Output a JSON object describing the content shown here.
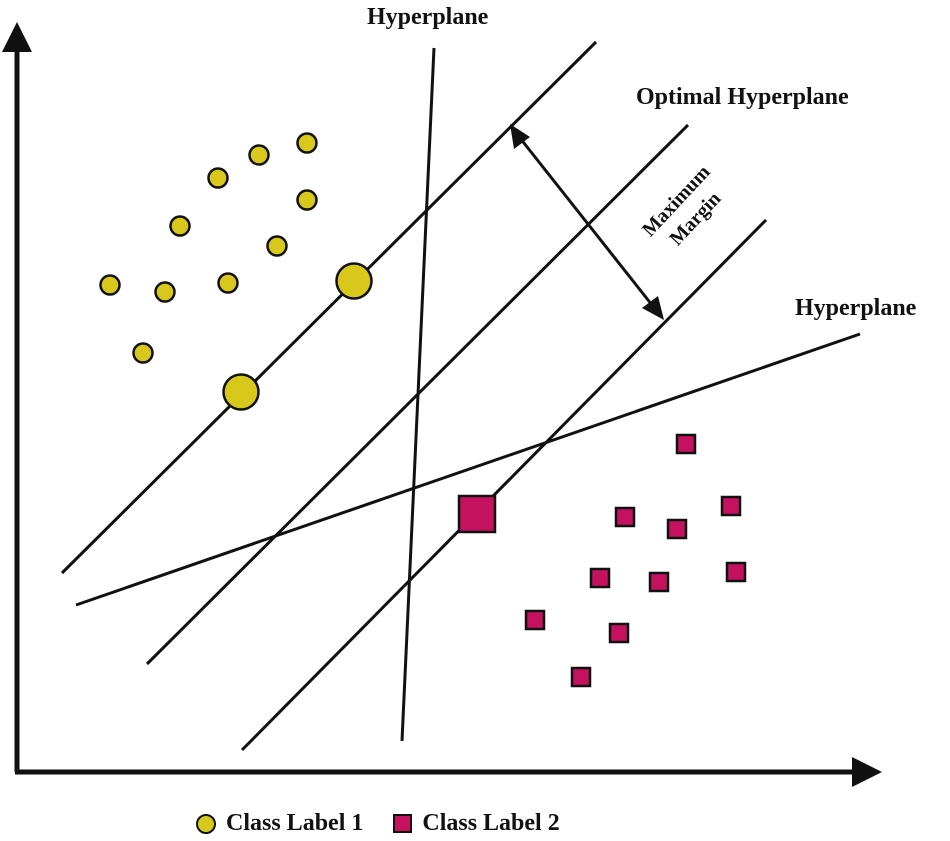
{
  "labels": {
    "hyperplane_top": "Hyperplane",
    "optimal_hyperplane": "Optimal Hyperplane",
    "maximum": "Maximum",
    "margin": "Margin",
    "hyperplane_right": "Hyperplane"
  },
  "legend": {
    "class1": "Class Label 1",
    "class2": "Class Label 2"
  },
  "colors": {
    "class1": "#d8c81c",
    "class2": "#c4125e",
    "stroke": "#111111"
  }
}
